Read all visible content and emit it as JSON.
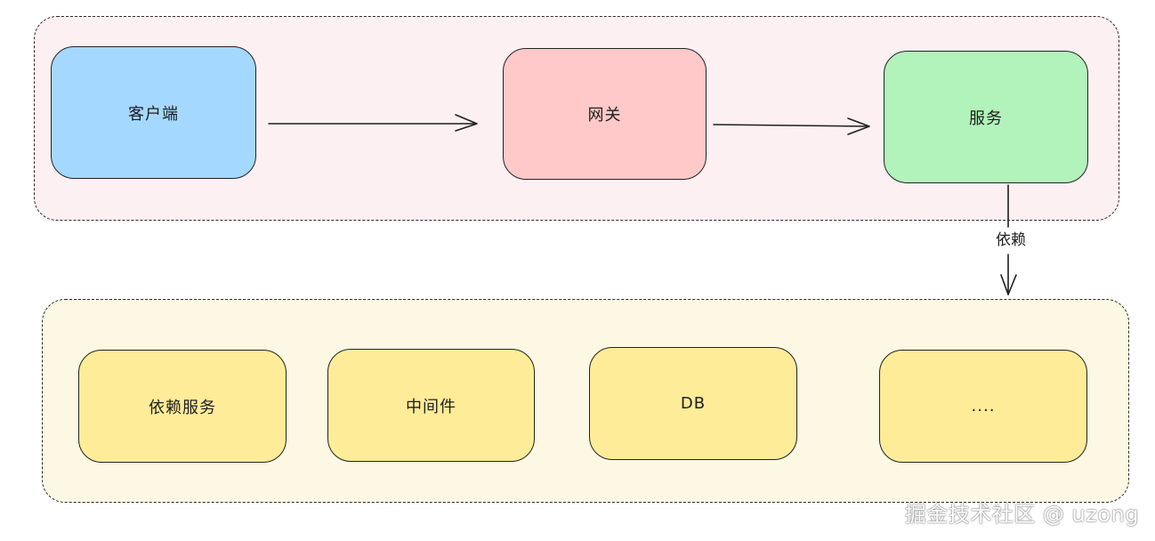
{
  "diagram": {
    "nodes": {
      "client": "客户端",
      "gateway": "网关",
      "service": "服务",
      "dependent_service": "依赖服务",
      "middleware": "中间件",
      "db": "DB",
      "more": "...."
    },
    "edge_label": "依赖"
  },
  "watermark": "掘金技术社区 @ uzong",
  "colors": {
    "top_group_bg": "#fdf0f3",
    "bottom_group_bg": "#fdf8e3",
    "client": "#a5d8ff",
    "gateway": "#ffc9c9",
    "service": "#b2f2bb",
    "bottom_nodes": "#ffec99",
    "stroke": "#1e1e1e"
  }
}
